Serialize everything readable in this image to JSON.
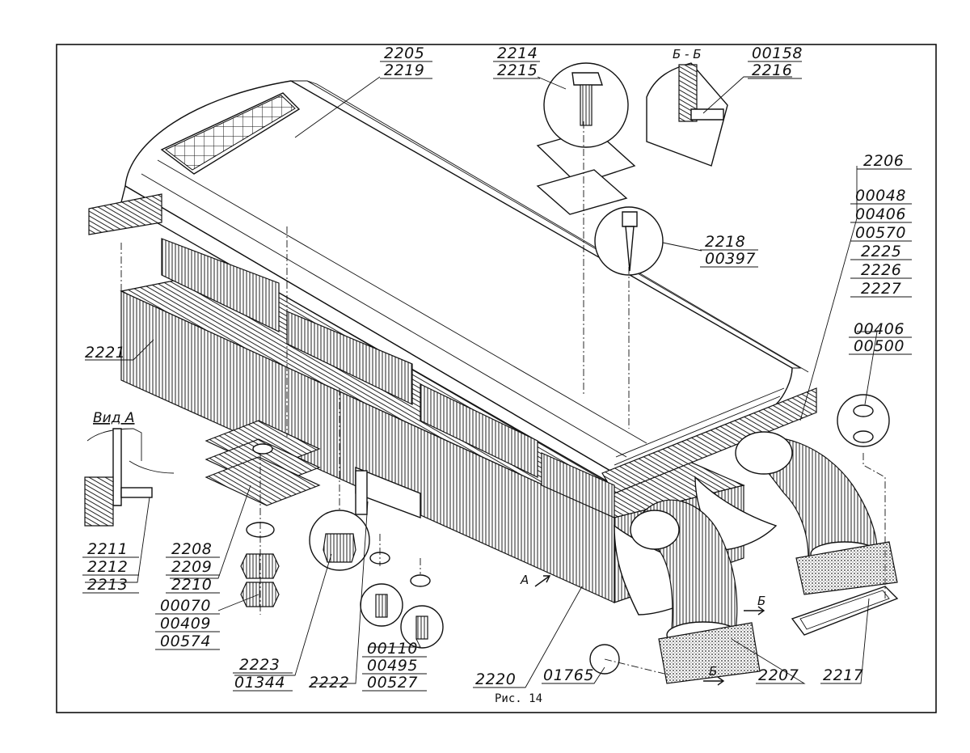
{
  "figure": {
    "caption": "Рис. 14",
    "view_a_label": "Вид А",
    "section_label": "Б - Б",
    "arrow_a": "А",
    "arrow_b1": "Б",
    "arrow_b2": "Б"
  },
  "callouts": {
    "c2205": [
      "2205",
      "2219"
    ],
    "c2214": [
      "2214",
      "2215"
    ],
    "c00158": [
      "00158",
      "2216"
    ],
    "c2206": [
      "2206"
    ],
    "c00048": [
      "00048",
      "00406",
      "00570",
      "2225",
      "2226",
      "2227"
    ],
    "c2218": [
      "2218",
      "00397"
    ],
    "c00406": [
      "00406",
      "00500"
    ],
    "c2221": [
      "2221"
    ],
    "c2211": [
      "2211",
      "2212",
      "2213"
    ],
    "c2208": [
      "2208",
      "2209",
      "2210"
    ],
    "c00070": [
      "00070",
      "00409",
      "00574"
    ],
    "c2223": [
      "2223",
      "01344"
    ],
    "c2222": [
      "2222"
    ],
    "c00110": [
      "00110",
      "00495",
      "00527"
    ],
    "c2220": [
      "2220"
    ],
    "c01765": [
      "01765"
    ],
    "c2207": [
      "2207"
    ],
    "c2217": [
      "2217"
    ]
  }
}
